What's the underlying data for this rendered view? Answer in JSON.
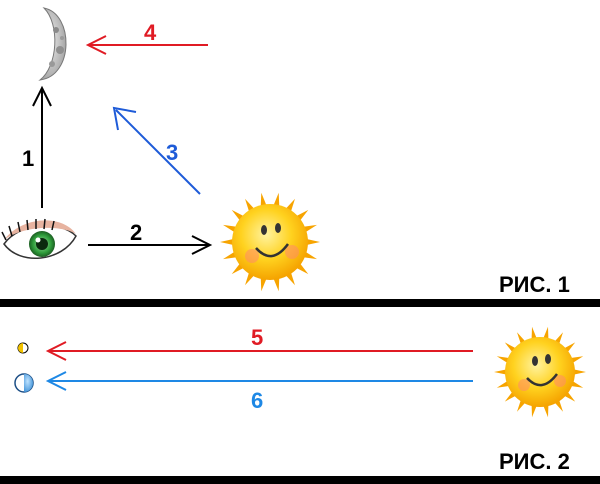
{
  "figure1": {
    "caption": "РИС. 1",
    "arrows": [
      {
        "label": "1",
        "color": "#000000",
        "from": "eye",
        "to": "moon"
      },
      {
        "label": "2",
        "color": "#000000",
        "from": "eye",
        "to": "sun"
      },
      {
        "label": "3",
        "color": "#1e5bd8",
        "from": "sun",
        "to": "moon"
      },
      {
        "label": "4",
        "color": "#e01b24",
        "from": "right",
        "to": "moon"
      }
    ],
    "icons": [
      "crescent-moon-icon",
      "eye-icon",
      "smiling-sun-icon"
    ]
  },
  "figure2": {
    "caption": "РИС. 2",
    "arrows": [
      {
        "label": "5",
        "color": "#e01b24",
        "from": "sun",
        "to": "half-moon"
      },
      {
        "label": "6",
        "color": "#1e88e5",
        "from": "sun",
        "to": "half-moon"
      }
    ],
    "icons": [
      "small-half-moon-icon",
      "large-half-moon-icon",
      "smiling-sun-icon"
    ]
  },
  "colors": {
    "red": "#e01b24",
    "blue": "#1e5bd8",
    "light_blue": "#1e88e5",
    "divider": "#000000"
  }
}
